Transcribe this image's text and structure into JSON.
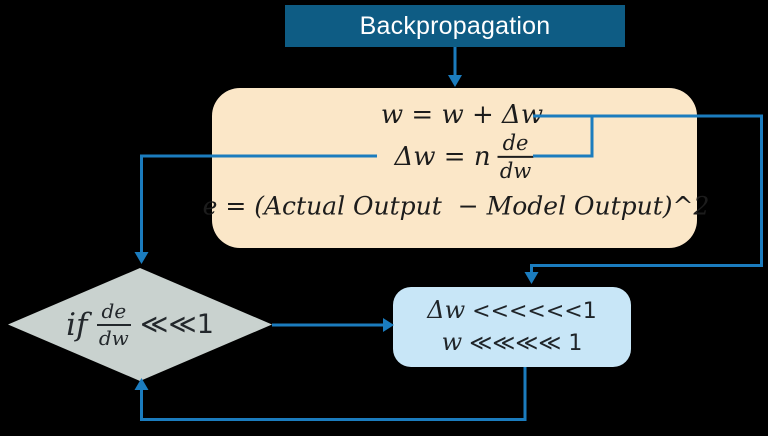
{
  "colors": {
    "background": "#000000",
    "header_fill": "#0E5C84",
    "header_text": "#FFFFFF",
    "connector": "#1B7CBE",
    "equation_box_fill": "#FBE7C8",
    "equation_text": "#1C1C1C",
    "decision_fill": "#C9D2CF",
    "decision_text": "#23282C",
    "result_fill": "#C8E6F7",
    "result_text": "#1F2428"
  },
  "header": {
    "title": "Backpropagation"
  },
  "equation_box": {
    "eq1": "w = w + Δw",
    "eq2_lhs": "Δw = n",
    "eq2_fraction": {
      "numerator": "de",
      "denominator": "dw"
    },
    "eq3": "e = (Actual Output  − Model Output)^2"
  },
  "decision": {
    "keyword": "if",
    "fraction": {
      "numerator": "de",
      "denominator": "dw"
    },
    "condition": "≪≪1"
  },
  "result_box": {
    "line1_lhs": "Δw",
    "line1_relation": " <<<<<<1",
    "line2_lhs": "w",
    "line2_relation": " ≪≪≪≪ 1"
  }
}
